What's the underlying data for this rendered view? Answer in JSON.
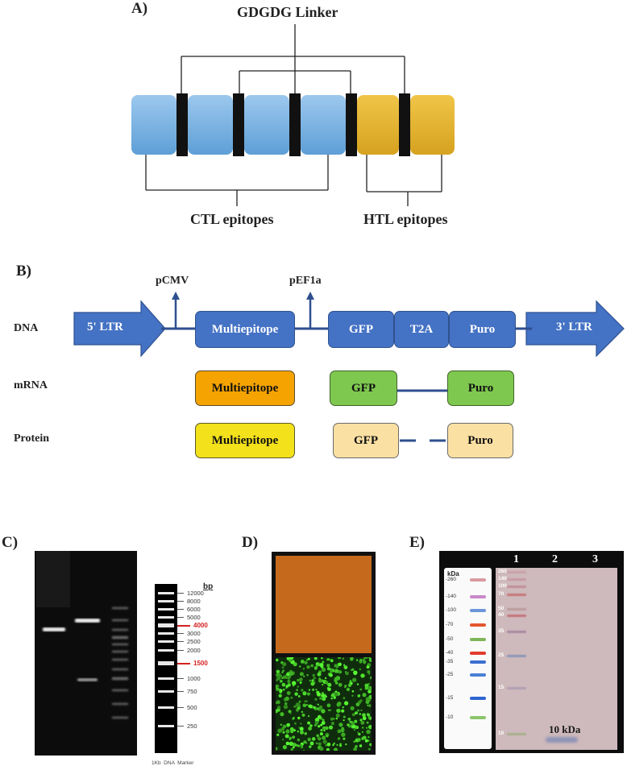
{
  "panelA": {
    "label": "A)",
    "linker_label": "GDGDG Linker",
    "ctl_label": "CTL epitopes",
    "htl_label": "HTL epitopes",
    "colors": {
      "ctl": "#7fb3e3",
      "htl": "#e6b42b",
      "linker": "#111111"
    }
  },
  "panelB": {
    "label": "B)",
    "promoter1": "pCMV",
    "promoter2": "pEF1a",
    "rows": {
      "dna": "DNA",
      "mrna": "mRNA",
      "protein": "Protein"
    },
    "dna": {
      "ltr5": "5' LTR",
      "multiepitope": "Multiepitope",
      "gfp": "GFP",
      "t2a": "T2A",
      "puro": "Puro",
      "ltr3": "3' LTR"
    },
    "mrna": {
      "multiepitope": "Multiepitope",
      "gfp": "GFP",
      "puro": "Puro"
    },
    "protein": {
      "multiepitope": "Multiepitope",
      "gfp": "GFP",
      "puro": "Puro"
    },
    "colors": {
      "dna": "#4472c4",
      "mrna_multi": "#f5a300",
      "mrna_gfp": "#7ec84f",
      "protein_multi": "#f3e11b",
      "protein_gfp": "#fbe0a3"
    }
  },
  "panelC": {
    "label": "C)",
    "ladder_unit": "bp",
    "ladder": [
      {
        "text": "12000",
        "red": false
      },
      {
        "text": "8000",
        "red": false
      },
      {
        "text": "6000",
        "red": false
      },
      {
        "text": "5000",
        "red": false
      },
      {
        "text": "4000",
        "red": true
      },
      {
        "text": "3000",
        "red": false
      },
      {
        "text": "2500",
        "red": false
      },
      {
        "text": "2000",
        "red": false
      },
      {
        "text": "1500",
        "red": true
      },
      {
        "text": "1000",
        "red": false
      },
      {
        "text": "750",
        "red": false
      },
      {
        "text": "500",
        "red": false
      },
      {
        "text": "250",
        "red": false
      }
    ],
    "marker_caption": "1Kb  DNA  Marker"
  },
  "panelD": {
    "label": "D)"
  },
  "panelE": {
    "label": "E)",
    "kda_header": "kDa",
    "left_marker": [
      "-260",
      "-140",
      "-100",
      "-70",
      "-50",
      "-40",
      "-35",
      "-25",
      "-15",
      "-10"
    ],
    "blot_marker": [
      "260",
      "140",
      "100",
      "70",
      "50",
      "40",
      "35",
      "25",
      "15",
      "10"
    ],
    "lanes": [
      "1",
      "2",
      "3"
    ],
    "band_label": "10 kDa"
  }
}
